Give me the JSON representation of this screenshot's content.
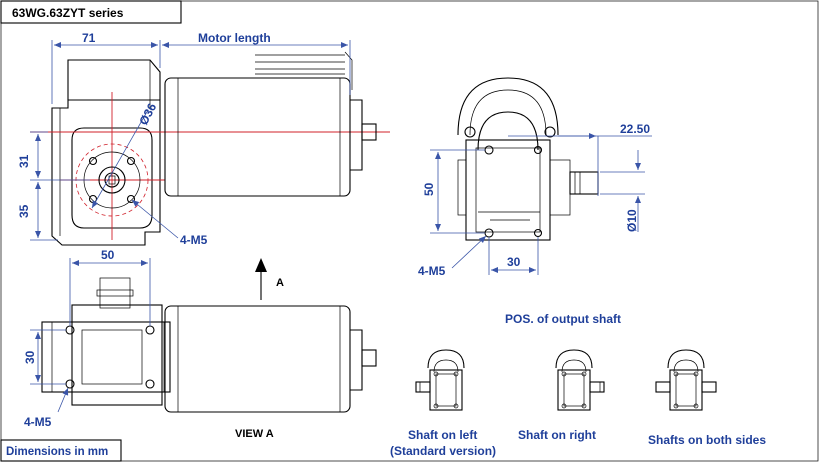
{
  "title": "63WG.63ZYT series",
  "footer": "Dimensions in mm",
  "dimensions": {
    "top_width": "71",
    "motor_length": "Motor length",
    "diameter_36": "Ø36",
    "height_31": "31",
    "height_35": "35",
    "screws_side": "4-M5",
    "right_22_50": "22.50",
    "right_height_50": "50",
    "right_diameter_10": "Ø10",
    "right_width_30": "30",
    "right_screws": "4-M5",
    "bottom_width_50": "50",
    "bottom_height_30": "30",
    "bottom_screws": "4-M5"
  },
  "view_label": "VIEW A",
  "arrow_label": "A",
  "positions_title": "POS. of output shaft",
  "positions": [
    {
      "line1": "Shaft on left",
      "line2": "(Standard version)"
    },
    {
      "line1": "Shaft on right",
      "line2": ""
    },
    {
      "line1": "Shafts on both sides",
      "line2": ""
    }
  ],
  "colors": {
    "dimension": "#1f3f9a",
    "centerline": "#d0202a",
    "outline": "#000000"
  }
}
